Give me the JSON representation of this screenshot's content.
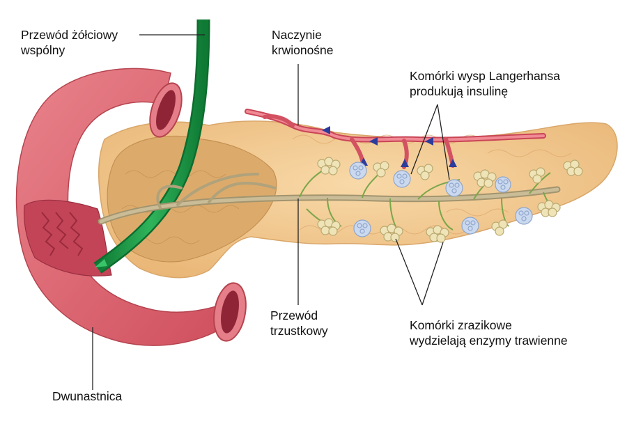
{
  "labels": {
    "common_bile_duct": {
      "line1": "Przewód żółciowy",
      "line2": "wspólny"
    },
    "blood_vessel": {
      "line1": "Naczynie",
      "line2": "krwionośne"
    },
    "islet_cells": {
      "line1": "Komórki wysp Langerhansa",
      "line2": "produkują insulinę"
    },
    "pancreatic_duct": {
      "line1": "Przewód",
      "line2": "trzustkowy"
    },
    "acinar_cells": {
      "line1": "Komórki zrazikowe",
      "line2": "wydzielają enzymy trawienne"
    },
    "duodenum": {
      "text": "Dwunastnica"
    }
  },
  "colors": {
    "pancreas": "#f1c58f",
    "pancreas_dark": "#d9a66a",
    "duodenum": "#e06a73",
    "duodenum_inner": "#b2364a",
    "bile_duct": "#1c9a4a",
    "pancreatic_duct": "#b9ab86",
    "vessel": "#e2616f",
    "arrow": "#2c3c9c",
    "acinar": "#eee3b6",
    "islet": "#c9d8ef",
    "leader": "#222222"
  }
}
